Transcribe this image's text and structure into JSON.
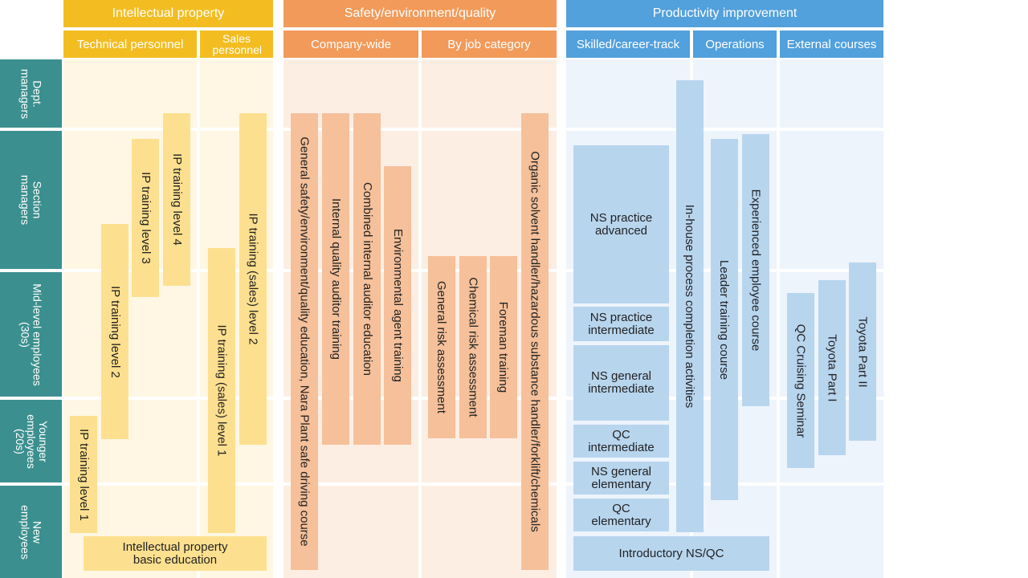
{
  "groups": {
    "ip": {
      "label": "Intellectual property",
      "color": "#f3bd22"
    },
    "safety": {
      "label": "Safety/environment/quality",
      "color": "#f29a5a"
    },
    "productivity": {
      "label": "Productivity improvement",
      "color": "#52a0dc"
    }
  },
  "subheaders": {
    "technical": "Technical personnel",
    "sales": "Sales personnel",
    "company_wide": "Company-wide",
    "by_job": "By job category",
    "skilled": "Skilled/career-track",
    "operations": "Operations",
    "external": "External courses"
  },
  "rows": {
    "dept": "Dept. managers",
    "section": "Section managers",
    "mid": "Mid-level employees (30s)",
    "younger": "Younger employees (20s)",
    "new": "New employees"
  },
  "courses": {
    "ip1": "IP training level 1",
    "ip2": "IP training level 2",
    "ip3": "IP training level 3",
    "ip4": "IP training level 4",
    "ip_sales1": "IP training (sales) level 1",
    "ip_sales2": "IP training (sales) level 2",
    "ip_basic": "Intellectual property basic education",
    "general_safety": "General safety/environment/quality education, Nara Plant safe driving course",
    "internal_quality": "Internal quality auditor training",
    "combined_internal": "Combined internal auditor education",
    "env_agent": "Environmental agent training",
    "general_risk": "General risk assessment",
    "chemical_risk": "Chemical risk assessment",
    "foreman": "Foreman training",
    "organic_solvent": "Organic solvent handler/hazardous substance handler/forklift/chemicals",
    "ns_adv": "NS practice advanced",
    "ns_int": "NS practice intermediate",
    "ns_gen_int": "NS general intermediate",
    "qc_int": "QC intermediate",
    "ns_gen_elem": "NS general elementary",
    "qc_elem": "QC elementary",
    "intro_ns_qc": "Introductory NS/QC",
    "inhouse": "In-house process completion activities",
    "leader": "Leader training course",
    "experienced": "Experienced employee course",
    "qc_cruising": "QC Cruising Seminar",
    "toyota1": "Toyota Part I",
    "toyota2": "Toyota Part II"
  },
  "colors": {
    "row_label": "#3c8f8f",
    "ip_bar": "#fde08f",
    "safety_bar": "#f5c09a",
    "productivity_bar": "#b8d5ee"
  }
}
